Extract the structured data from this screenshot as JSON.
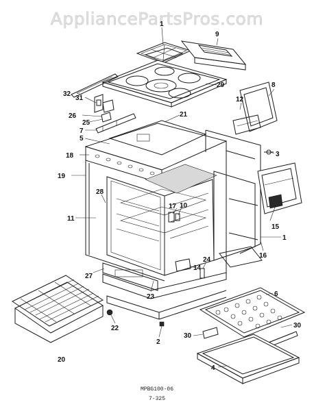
{
  "watermark": "AppliancePartsPros.com",
  "callouts": {
    "c1": "1",
    "c1b": "1",
    "c2": "2",
    "c3": "3",
    "c4": "4",
    "c5": "5",
    "c6": "6",
    "c7": "7",
    "c8": "8",
    "c9": "9",
    "c10": "10",
    "c11": "11",
    "c12": "12",
    "c14": "14",
    "c15": "15",
    "c16": "16",
    "c17": "17",
    "c18": "18",
    "c19": "19",
    "c20": "20",
    "c21": "21",
    "c22": "22",
    "c23": "23",
    "c24": "24",
    "c25": "25",
    "c26": "26",
    "c27": "27",
    "c28": "28",
    "c29": "29",
    "c30a": "30",
    "c30b": "30",
    "c31": "31",
    "c32": "32"
  },
  "caption": {
    "model": "MPBG100-06",
    "page": "7-325"
  }
}
